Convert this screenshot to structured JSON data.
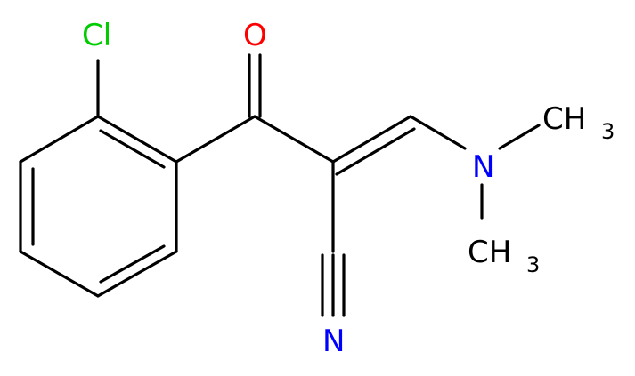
{
  "colors": {
    "background": "#ffffff",
    "bond": "#000000",
    "chlorine": "#00cc00",
    "oxygen": "#ff0000",
    "nitrogen": "#0000ff",
    "carbon": "#000000"
  },
  "atoms": {
    "cl": "Cl",
    "o": "O",
    "n_amine": "N",
    "n_nitrile": "N",
    "ch3_top_main": "CH",
    "ch3_top_sub": "3",
    "ch3_bottom_main": "CH",
    "ch3_bottom_sub": "3"
  }
}
